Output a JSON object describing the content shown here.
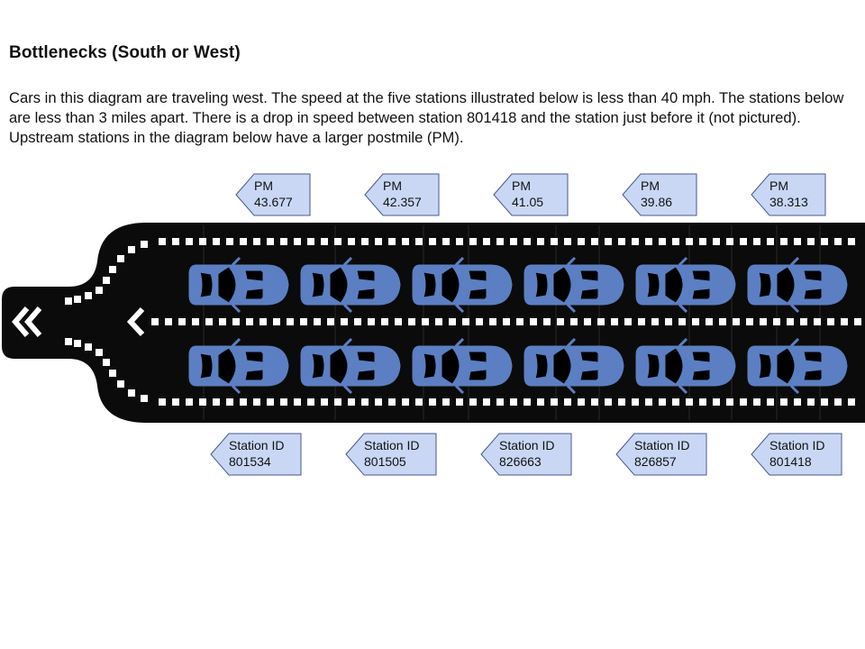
{
  "heading": "Bottlenecks (South or West)",
  "intro": "Cars in this diagram are traveling west. The speed at the five stations illustrated below is less than 40 mph. The stations below are less than 3 miles apart. There is a drop in speed between station 801418 and the station just before it (not pictured). Upstream stations in the diagram below have a larger postmile (PM).",
  "postmiles": [
    {
      "label": "PM",
      "value": "43.677"
    },
    {
      "label": "PM",
      "value": "42.357"
    },
    {
      "label": "PM",
      "value": "41.05"
    },
    {
      "label": "PM",
      "value": "39.86"
    },
    {
      "label": "PM",
      "value": "38.313"
    }
  ],
  "stations": [
    {
      "label": "Station ID",
      "value": "801534"
    },
    {
      "label": "Station ID",
      "value": "801505"
    },
    {
      "label": "Station ID",
      "value": "826663"
    },
    {
      "label": "Station ID",
      "value": "826857"
    },
    {
      "label": "Station ID",
      "value": "801418"
    }
  ],
  "direction_icon": "double-chevron-left-icon",
  "lane_direction_icon": "chevron-left-icon",
  "car_icon": "car-top-view-icon",
  "colors": {
    "road": "#0b0b0b",
    "lane_marking": "#ffffff",
    "car": "#5b7fc2",
    "tag_fill": "#c9d7f5",
    "tag_stroke": "#4a5a8a"
  }
}
